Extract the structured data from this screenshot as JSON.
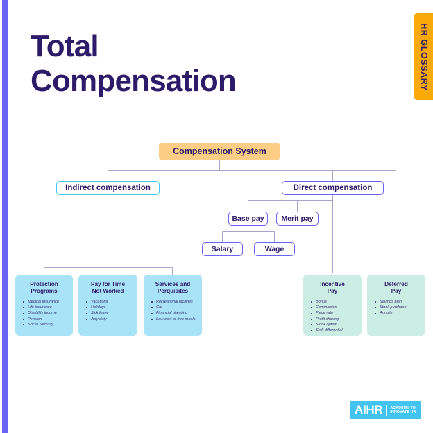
{
  "page": {
    "title_line1": "Total",
    "title_line2": "Compensation",
    "glossary_tab": "HR GLOSSARY",
    "accent_purple": "#2D1B69",
    "accent_periwinkle": "#6B63F6",
    "accent_cyan": "#40C8F4",
    "accent_orange": "#F9A908",
    "accent_peach": "#FCCD84",
    "card_blue": "#A9E3F7",
    "card_mint": "#CBEDE4"
  },
  "diagram": {
    "root": "Compensation System",
    "branch_indirect": "Indirect compensation",
    "branch_direct": "Direct compensation",
    "base_pay": "Base pay",
    "merit_pay": "Merit pay",
    "salary": "Salary",
    "wage": "Wage",
    "cards": [
      {
        "title": "Protection Programs",
        "title_line1": "Protection",
        "title_line2": "Programs",
        "items": [
          "Medical insurance",
          "Life insurance",
          "Disability income",
          "Pension",
          "Social Security"
        ]
      },
      {
        "title": "Pay for Time Not Worked",
        "title_line1": "Pay for Time",
        "title_line2": "Not Worked",
        "items": [
          "Vacations",
          "Holidays",
          "Sick leave",
          "Jury duty"
        ]
      },
      {
        "title": "Services and Perquisites",
        "title_line1": "Services and",
        "title_line2": "Perquisites",
        "items": [
          "Recreational facilities",
          "Car",
          "Financial planning",
          "Low-cost or free meals"
        ]
      },
      {
        "title": "Incentive Pay",
        "title_line1": "Incentive",
        "title_line2": "Pay",
        "items": [
          "Bonus",
          "Commission",
          "Piece rate",
          "Profit sharing",
          "Stock option",
          "Shift differential"
        ]
      },
      {
        "title": "Deferred Pay",
        "title_line1": "Deferred",
        "title_line2": "Pay",
        "items": [
          "Savings plan",
          "Stock purchase",
          "Annuity"
        ]
      }
    ]
  },
  "logo": {
    "mark": "AIHR",
    "tag_line1": "ACADEMY TO",
    "tag_line2": "INNOVATE HR"
  }
}
